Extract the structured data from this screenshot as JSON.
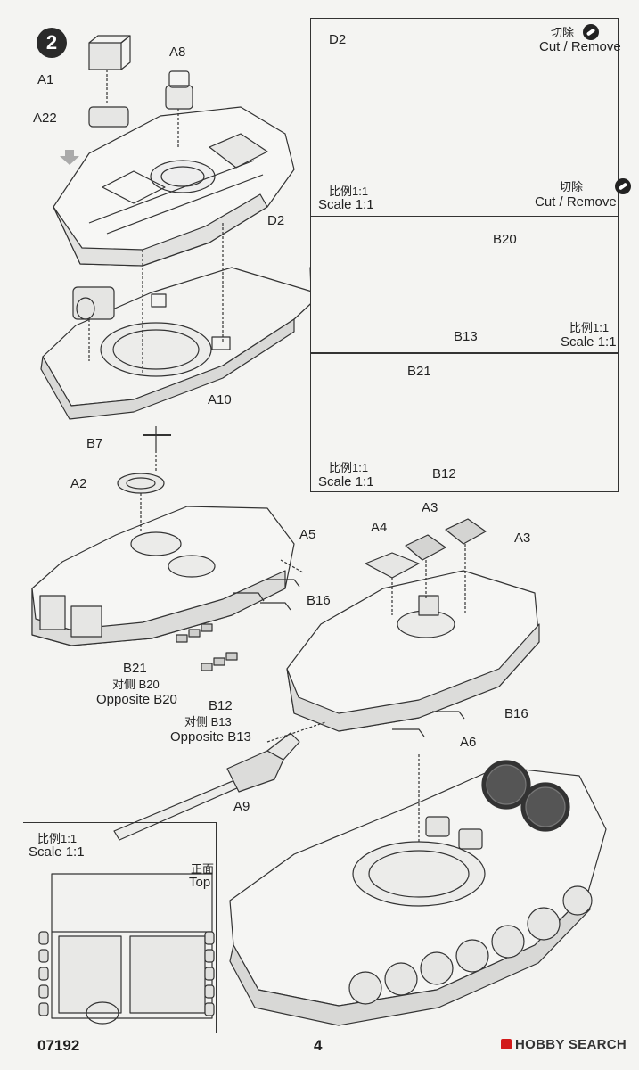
{
  "step_number": "2",
  "parts": {
    "a1": "A1",
    "a22": "A22",
    "a8": "A8",
    "d2": "D2",
    "a10": "A10",
    "b7": "B7",
    "a2": "A2",
    "a5": "A5",
    "b16_left": "B16",
    "b21": "B21",
    "b12": "B12",
    "a4": "A4",
    "a3_top": "A3",
    "a3_right": "A3",
    "b16_right": "B16",
    "a6": "A6",
    "a9": "A9"
  },
  "opposite": {
    "b21_cn": "对侧 B20",
    "b21_en": "Opposite B20",
    "b12_cn": "对侧 B13",
    "b12_en": "Opposite B13"
  },
  "panel_d2": {
    "part": "D2",
    "cut_cn_top": "切除",
    "cut_en_top": "Cut / Remove",
    "cut_cn_bottom": "切除",
    "cut_en_bottom": "Cut / Remove",
    "scale_cn": "比例1:1",
    "scale_en": "Scale 1:1",
    "icon": "remove-icon"
  },
  "panel_b20": {
    "part_top": "B20",
    "part_bottom": "B13",
    "scale_cn": "比例1:1",
    "scale_en": "Scale 1:1"
  },
  "panel_b21": {
    "part_top": "B21",
    "part_bottom": "B12",
    "scale_cn": "比例1:1",
    "scale_en": "Scale 1:1"
  },
  "panel_top": {
    "scale_cn": "比例1:1",
    "scale_en": "Scale 1:1",
    "view_cn": "正面",
    "view_en": "Top"
  },
  "footer": {
    "kit_number": "07192",
    "page_number": "4",
    "watermark": "HOBBY SEARCH"
  }
}
